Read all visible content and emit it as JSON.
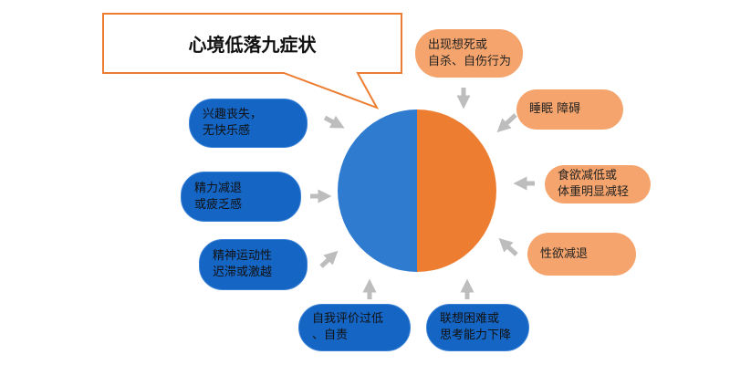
{
  "title": "心境低落九症状",
  "colors": {
    "blue": "#1565c4",
    "orange": "#f4a46c",
    "circle_left": "#2f7bd0",
    "circle_right": "#ed7d31",
    "arrow": "#bdbdbd",
    "callout_border": "#ed7d31"
  },
  "symptoms": [
    {
      "lines": [
        "出现想死或",
        "自杀、自伤行为"
      ]
    },
    {
      "lines": [
        "睡眠 障碍"
      ]
    },
    {
      "lines": [
        "食欲减低或",
        "体重明显减轻"
      ]
    },
    {
      "lines": [
        "性欲减退"
      ]
    },
    {
      "lines": [
        "联想困难或",
        "思考能力下降"
      ]
    },
    {
      "lines": [
        "自我评价过低",
        "、自责"
      ]
    },
    {
      "lines": [
        "精神运动性",
        "迟滞或激越"
      ]
    },
    {
      "lines": [
        "精力减退",
        "或疲乏感"
      ]
    },
    {
      "lines": [
        "兴趣丧失，",
        "无快乐感"
      ]
    }
  ]
}
